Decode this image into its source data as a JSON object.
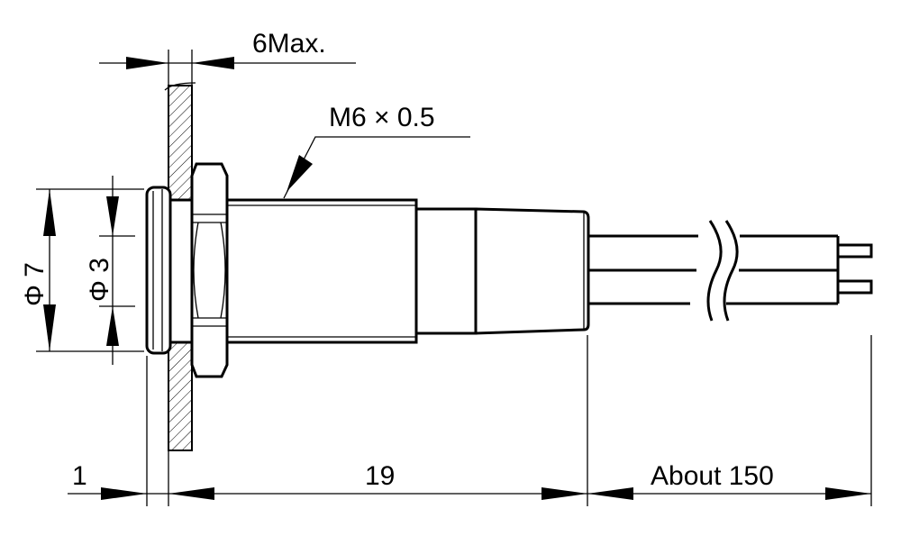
{
  "drawing": {
    "panel_thickness_label": "6Max.",
    "thread_label": "M6 × 0.5",
    "outer_diameter_label": "Φ 7",
    "lens_diameter_label": "Φ 3",
    "bezel_length_label": "1",
    "body_length_label": "19",
    "wire_length_label": "About 150"
  }
}
